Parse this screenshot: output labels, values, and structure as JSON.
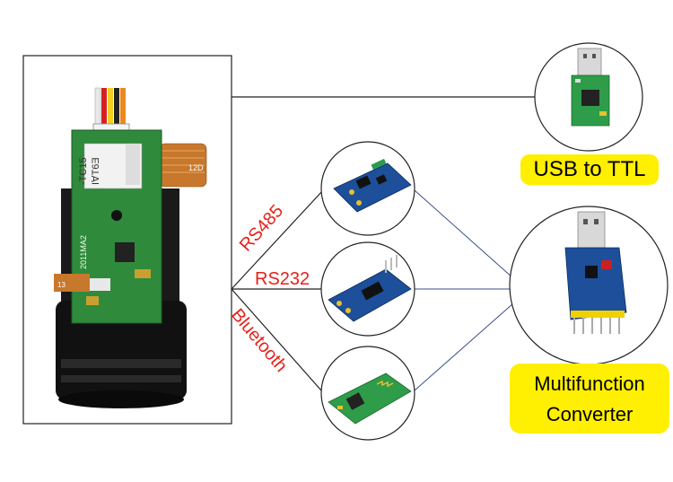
{
  "links": {
    "rs485": "RS485",
    "rs232": "RS232",
    "bluetooth": "Bluetooth"
  },
  "boxes": {
    "usb_ttl": "USB to TTL",
    "multifunction_line1": "Multifunction",
    "multifunction_line2": "Converter"
  },
  "module_labels": {
    "sensor_text_1": "-TC15",
    "sensor_text_2": "Ι∀Τ6Ǝ",
    "sensor_text_3": "2011MA2",
    "sensor_text_4": "12D",
    "sensor_text_5": "13"
  },
  "colors": {
    "highlight": "#ffef00",
    "link_text": "#e8201a",
    "pcb_green": "#2f8a3c",
    "pcb_blue": "#1d4f9a",
    "line_dark": "#222222",
    "line_blue": "#3a4f8a"
  }
}
